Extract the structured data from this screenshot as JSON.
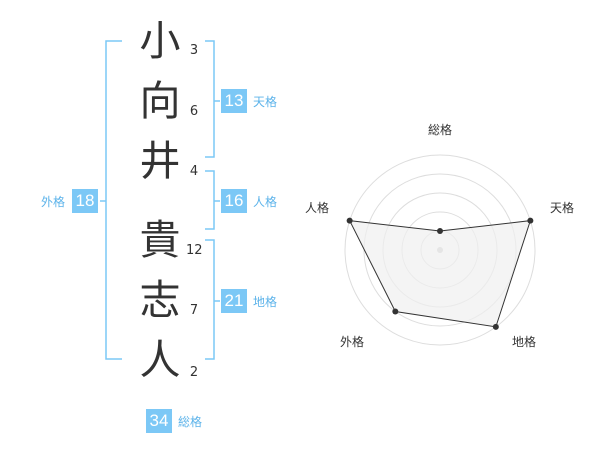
{
  "name": {
    "characters": [
      {
        "char": "小",
        "strokes": "3"
      },
      {
        "char": "向",
        "strokes": "6"
      },
      {
        "char": "井",
        "strokes": "4"
      },
      {
        "char": "貴",
        "strokes": "12"
      },
      {
        "char": "志",
        "strokes": "7"
      },
      {
        "char": "人",
        "strokes": "2"
      }
    ]
  },
  "fortunes": {
    "tenkaku": {
      "value": "13",
      "label": "天格"
    },
    "jinkaku": {
      "value": "16",
      "label": "人格"
    },
    "chikaku": {
      "value": "21",
      "label": "地格"
    },
    "gaikaku": {
      "value": "18",
      "label": "外格"
    },
    "soukaku": {
      "value": "34",
      "label": "総格"
    }
  },
  "radar": {
    "axes": [
      "総格",
      "天格",
      "地格",
      "外格",
      "人格"
    ],
    "levels": 5,
    "values": [
      1,
      5,
      5,
      4,
      5
    ],
    "colors": {
      "fill": "#f0f0f0",
      "line": "#333333",
      "grid": "#dddddd",
      "bracket": "#7cc8f6"
    }
  }
}
